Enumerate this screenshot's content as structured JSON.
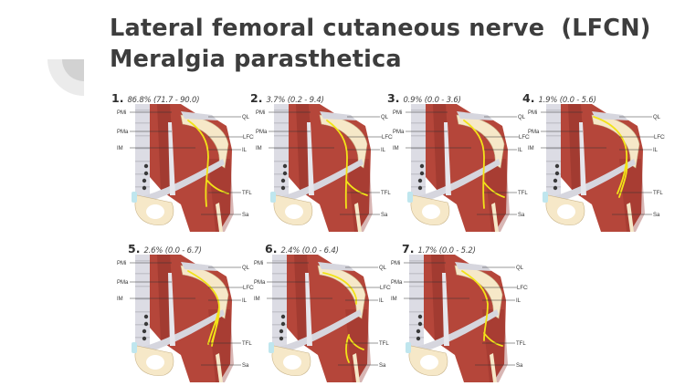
{
  "slide": {
    "title_line1": "Lateral femoral cutaneous nerve  (LFCN)",
    "title_line2": "Meralgia parasthetica",
    "title_color": "#3d3d3d"
  },
  "colors": {
    "muscle": "#b5463a",
    "muscle_dark": "#8f2f27",
    "nerve": "#f2e318",
    "bone": "#f6e8c8",
    "ligament": "#d6d6de",
    "spine": "#dcdce4",
    "cartilage": "#bfe6ee"
  },
  "anatomy_labels": {
    "left": [
      "PMi",
      "PMa",
      "IM"
    ],
    "right": [
      "QL",
      "LFCN",
      "IL",
      "TFL",
      "Sa"
    ]
  },
  "panels": [
    {
      "number": "1.",
      "percent": "86.8%",
      "range": "(71.7 - 90.0)",
      "stat": "86.8% (71.7 - 90.0)",
      "variant": 1
    },
    {
      "number": "2.",
      "percent": "3.7%",
      "range": "(0.2 - 9.4)",
      "stat": "3.7% (0.2 - 9.4)",
      "variant": 2
    },
    {
      "number": "3.",
      "percent": "0.9%",
      "range": "(0.0 - 3.6)",
      "stat": "0.9% (0.0 - 3.6)",
      "variant": 3
    },
    {
      "number": "4.",
      "percent": "1.9%",
      "range": "(0.0 - 5.6)",
      "stat": "1.9% (0.0 - 5.6)",
      "variant": 4
    },
    {
      "number": "5.",
      "percent": "2.6%",
      "range": "(0.0 - 6.7)",
      "stat": "2.6% (0.0 - 6.7)",
      "variant": 5
    },
    {
      "number": "6.",
      "percent": "2.4%",
      "range": "(0.0 - 6.4)",
      "stat": "2.4% (0.0 - 6.4)",
      "variant": 6
    },
    {
      "number": "7.",
      "percent": "1.7%",
      "range": "(0.0 - 5.2)",
      "stat": "1.7% (0.0 - 5.2)",
      "variant": 7
    }
  ]
}
